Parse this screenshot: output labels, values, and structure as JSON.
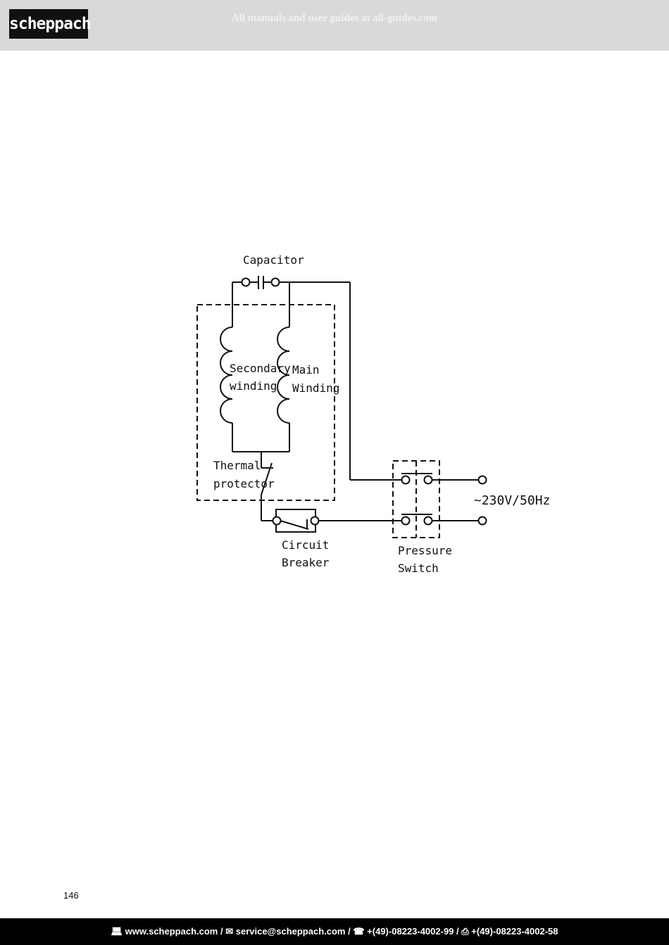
{
  "header": {
    "logo_text": "scheppach",
    "watermark": "All manuals and user guides at all-guides.com"
  },
  "diagram": {
    "labels": {
      "capacitor": "Capacitor",
      "secondary_1": "Secondary",
      "secondary_2": "winding",
      "main_1": "Main",
      "main_2": "Winding",
      "thermal_1": "Thermal",
      "thermal_2": "protector",
      "breaker_1": "Circuit",
      "breaker_2": "Breaker",
      "pressure_1": "Pressure",
      "pressure_2": "Switch",
      "supply": "~230V/50Hz"
    }
  },
  "page_number": "146",
  "footer": {
    "web_icon": "laptop-icon",
    "web": "www.scheppach.com",
    "sep1": " / ",
    "mail_icon": "envelope-icon",
    "email": "service@scheppach.com",
    "sep2": " / ",
    "phone_icon": "phone-icon",
    "phone": "+(49)-08223-4002-99",
    "sep3": " / ",
    "fax_icon": "fax-icon",
    "fax": "+(49)-08223-4002-58"
  }
}
